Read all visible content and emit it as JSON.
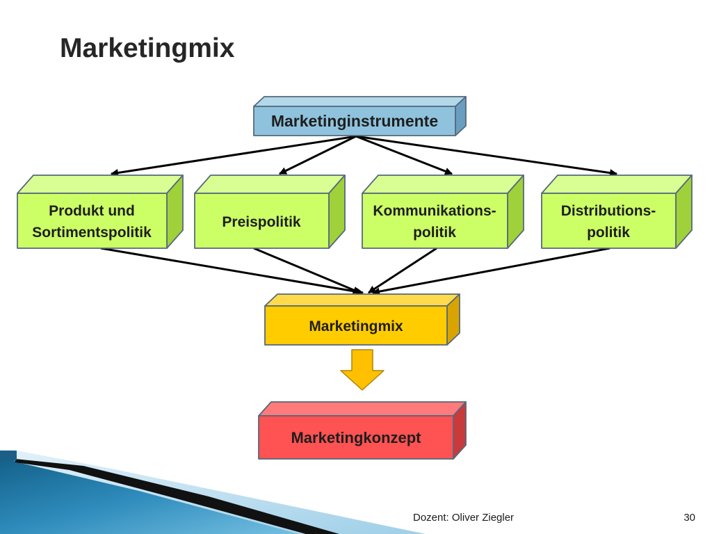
{
  "slide": {
    "title": "Marketingmix",
    "footer_text": "Dozent: Oliver Ziegler",
    "page_number": "30"
  },
  "diagram": {
    "nodes": [
      {
        "lines": [
          "Marketinginstrumente"
        ],
        "color": "#8fc3dd"
      },
      {
        "lines": [
          "Produkt und",
          "Sortimentspolitik"
        ],
        "color": "#ccff66"
      },
      {
        "lines": [
          "Preispolitik"
        ],
        "color": "#ccff66"
      },
      {
        "lines": [
          "Kommunikations-",
          "politik"
        ],
        "color": "#ccff66"
      },
      {
        "lines": [
          "Distributions-",
          "politik"
        ],
        "color": "#ccff66"
      },
      {
        "lines": [
          "Marketingmix"
        ],
        "color": "#ffcc00"
      },
      {
        "lines": [
          "Marketingkonzept"
        ],
        "color": "#ff5252"
      }
    ],
    "arrow_color": "#000000",
    "transition_arrow_color": "#ffc000"
  }
}
